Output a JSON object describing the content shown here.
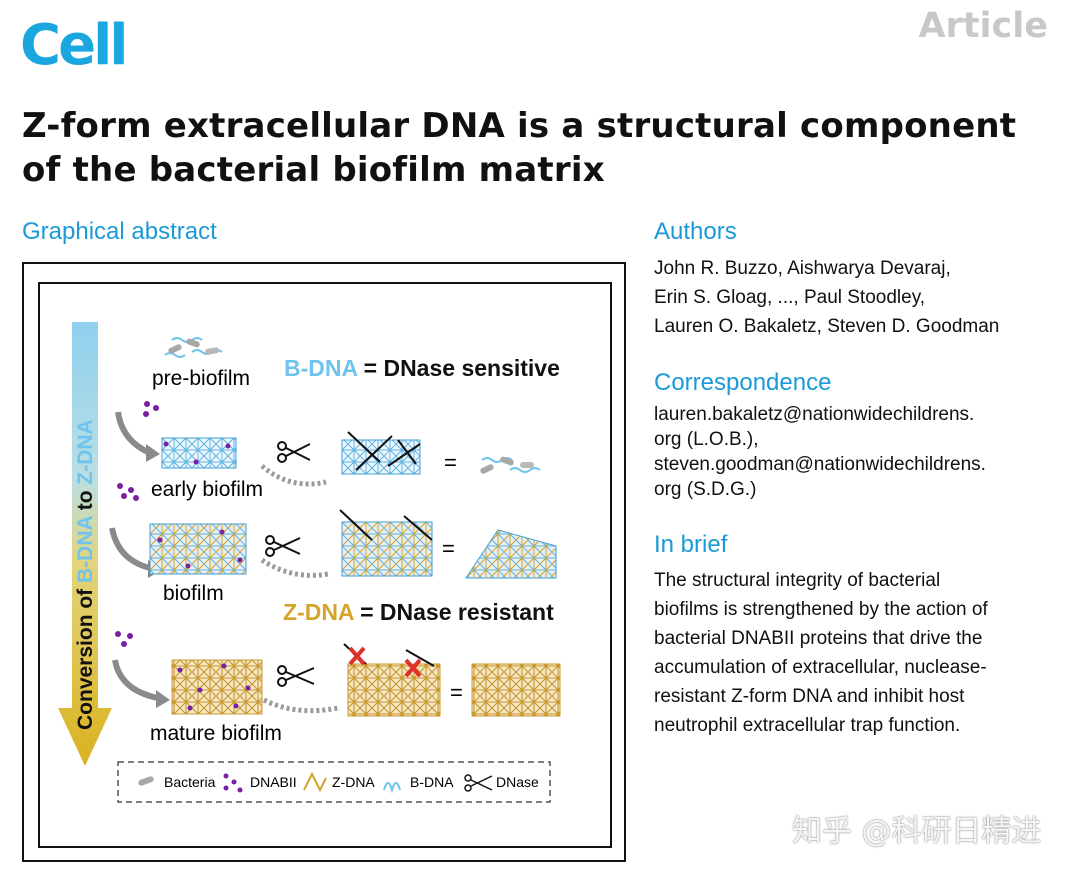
{
  "header": {
    "journal_logo": "Cell",
    "article_type": "Article",
    "title_line1": "Z-form extracellular DNA is a structural component",
    "title_line2": "of the bacterial biofilm matrix"
  },
  "graphical_abstract": {
    "heading": "Graphical abstract",
    "arrow_label_prefix": "Conversion of ",
    "arrow_label_b": "B-DNA",
    "arrow_label_to": " to ",
    "arrow_label_z": "Z-DNA",
    "stages": [
      "pre-biofilm",
      "early biofilm",
      "biofilm",
      "mature biofilm"
    ],
    "b_dna_term": "B-DNA",
    "b_dna_desc": " = DNase sensitive",
    "z_dna_term": "Z-DNA",
    "z_dna_desc": " = DNase resistant",
    "equals": "=",
    "legend": [
      "Bacteria",
      "DNABII",
      "Z-DNA",
      "B-DNA",
      "DNase"
    ],
    "colors": {
      "b_dna": "#6fc3ec",
      "z_dna": "#d4a52a",
      "dnabii": "#7a1fa2",
      "bacteria": "#a8a8a8",
      "x_mark": "#e0302a"
    }
  },
  "authors": {
    "heading": "Authors",
    "lines": [
      "John R. Buzzo, Aishwarya Devaraj,",
      "Erin S. Gloag, ..., Paul Stoodley,",
      "Lauren O. Bakaletz, Steven D. Goodman"
    ]
  },
  "correspondence": {
    "heading": "Correspondence",
    "lines": [
      "lauren.bakaletz@nationwidechildrens.",
      "org (L.O.B.),",
      "steven.goodman@nationwidechildrens.",
      "org (S.D.G.)"
    ]
  },
  "in_brief": {
    "heading": "In brief",
    "lines": [
      "The structural integrity of bacterial",
      "biofilms is strengthened by the action of",
      "bacterial DNABII proteins that drive the",
      "accumulation of extracellular, nuclease-",
      "resistant Z-form DNA and inhibit host",
      "neutrophil extracellular trap function."
    ]
  },
  "watermark": "知乎 @科研日精进"
}
